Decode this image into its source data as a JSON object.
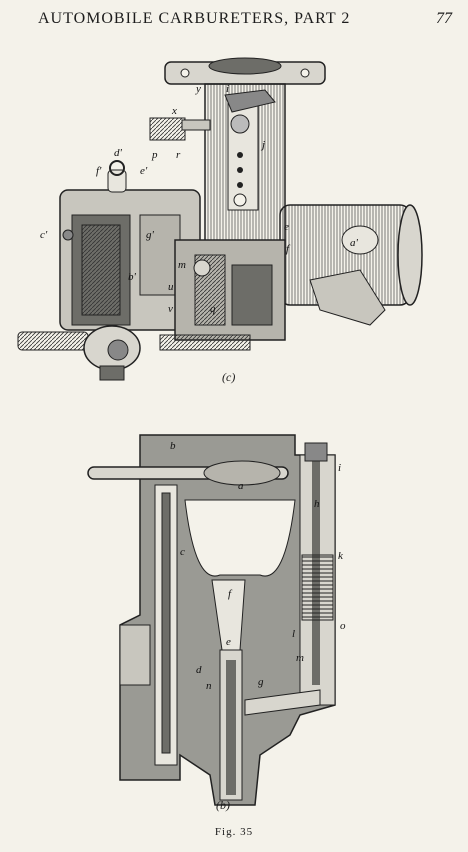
{
  "header": {
    "running_title": "AUTOMOBILE CARBURETERS, PART 2",
    "page_number": "77"
  },
  "figure_c": {
    "caption": "(c)",
    "labels": {
      "y": "y",
      "x": "x",
      "i": "i",
      "j": "j",
      "p": "p",
      "r": "r",
      "d_prime": "d'",
      "f_prime": "f'",
      "e_prime": "e'",
      "c_prime": "c'",
      "g_prime": "g'",
      "b_prime": "b'",
      "a_prime": "a'",
      "e": "e",
      "f": "f",
      "m": "m",
      "u": "u",
      "v": "v",
      "q": "q"
    }
  },
  "figure_b": {
    "caption": "(b)",
    "labels": {
      "a": "a",
      "b": "b",
      "c": "c",
      "d": "d",
      "e": "e",
      "f": "f",
      "g": "g",
      "h": "h",
      "i": "i",
      "k": "k",
      "l": "l",
      "m": "m",
      "n": "n",
      "o": "o"
    }
  },
  "figure_caption": "Fig. 35",
  "colors": {
    "paper": "#f4f2ea",
    "ink": "#1c1c1c",
    "section_fill": "#9a9a94",
    "light_fill": "#d8d6ce"
  }
}
